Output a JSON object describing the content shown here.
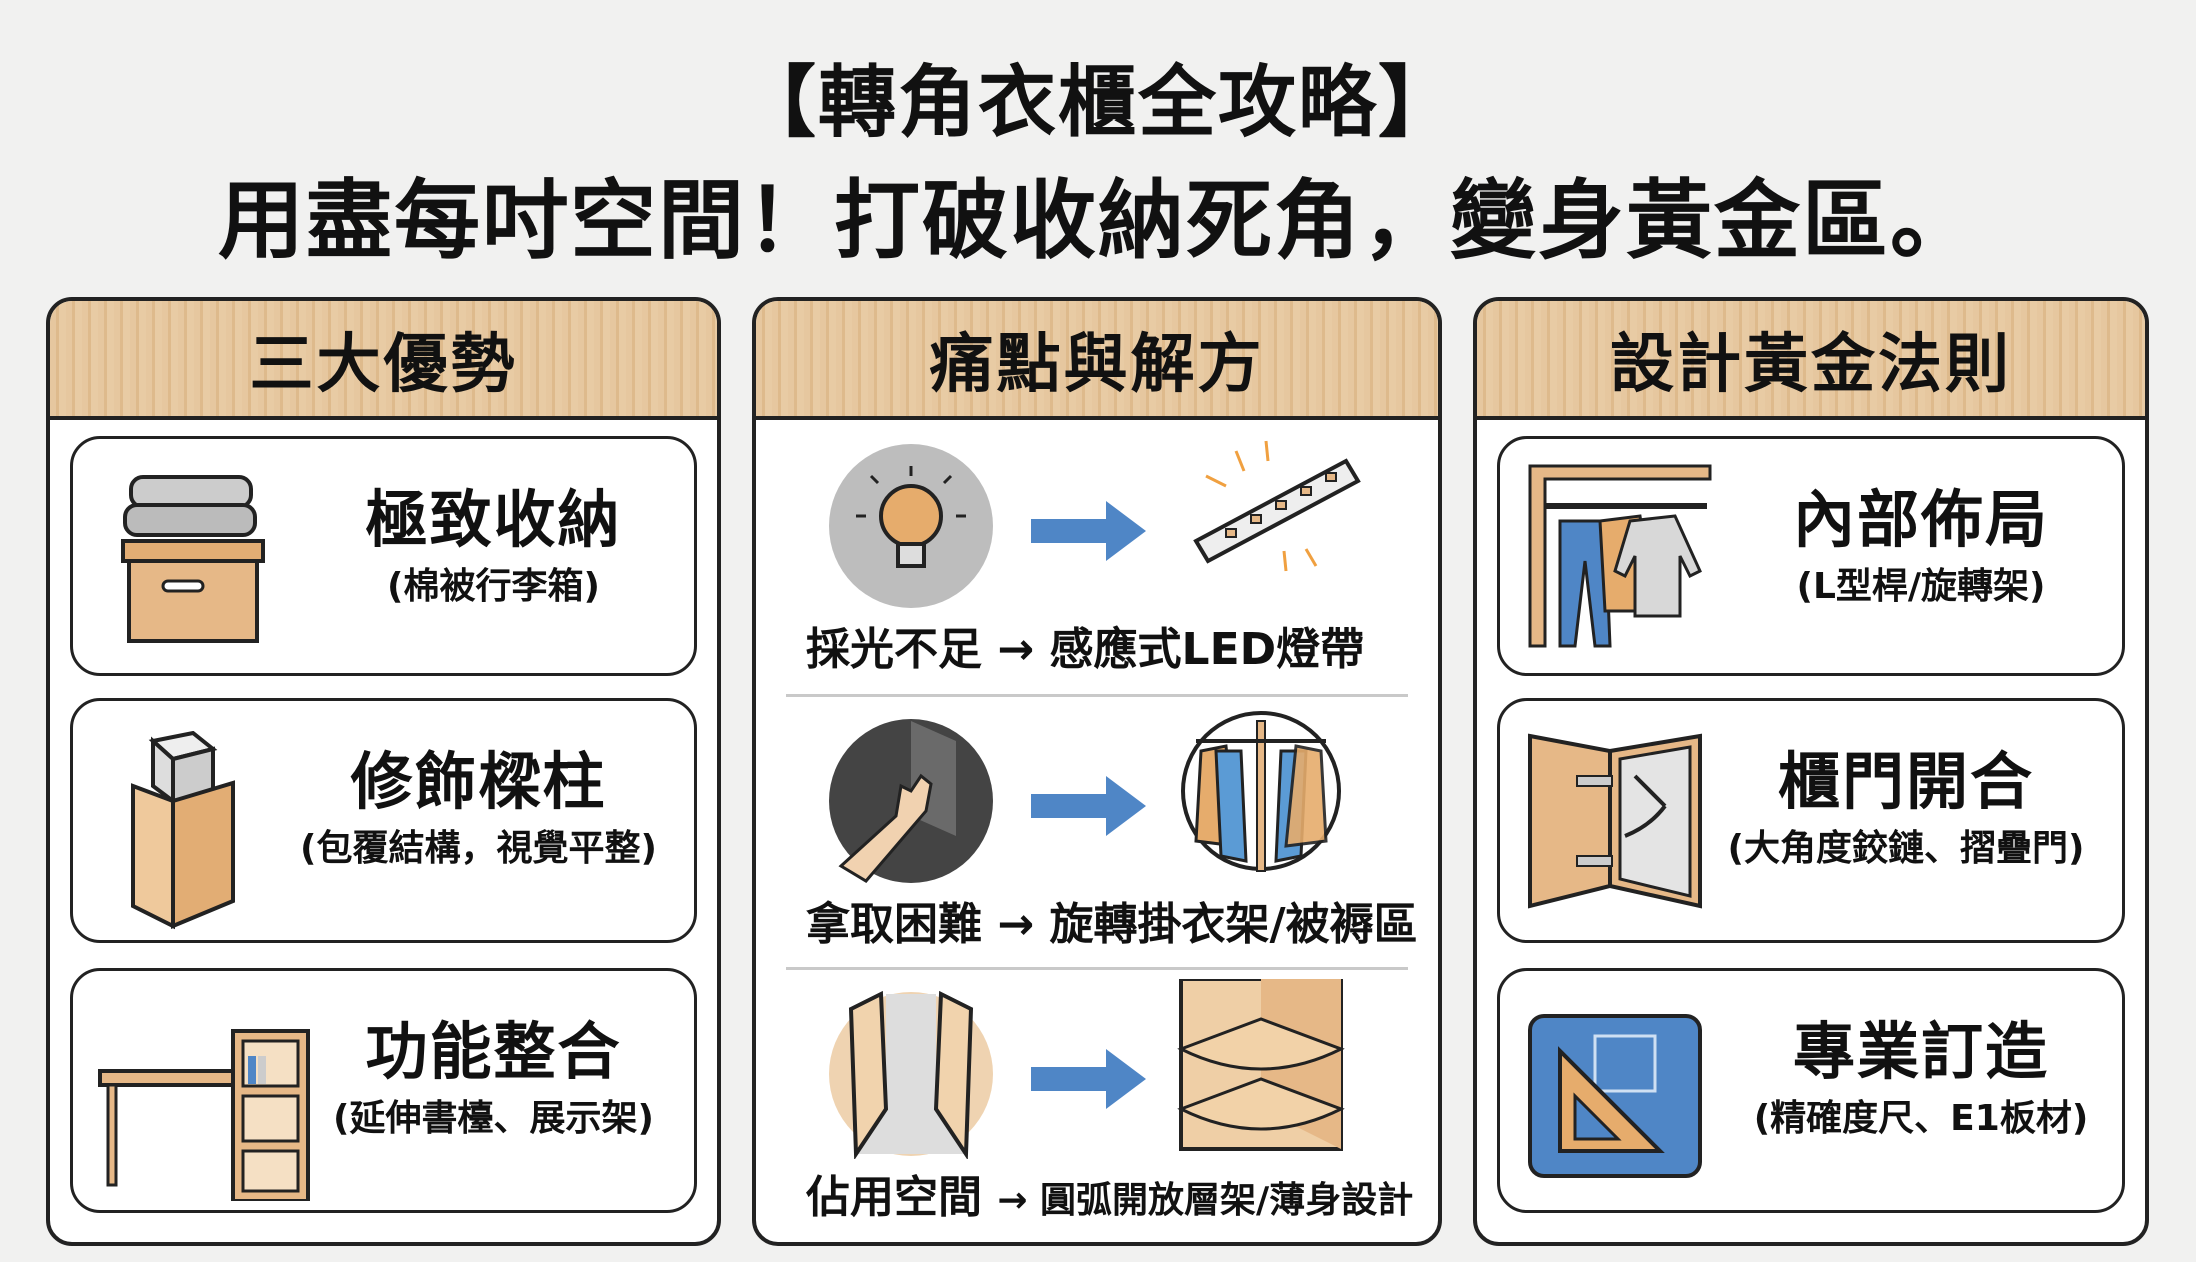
{
  "title": {
    "line1": "【轉角衣櫃全攻略】",
    "line2": "用盡每吋空間！打破收納死角，變身黃金區。"
  },
  "columns": [
    {
      "header": "三大優勢",
      "cards": [
        {
          "title": "極致收納",
          "subtitle": "(棉被行李箱)",
          "icon": "storage-box-icon"
        },
        {
          "title": "修飾樑柱",
          "subtitle": "(包覆結構，視覺平整)",
          "icon": "pillar-cover-icon"
        },
        {
          "title": "功能整合",
          "subtitle": "(延伸書檯、展示架)",
          "icon": "desk-shelf-icon"
        }
      ]
    },
    {
      "header": "痛點與解方",
      "rows": [
        {
          "problem": "採光不足",
          "arrow": "→",
          "solution": "感應式LED燈帶"
        },
        {
          "problem": "拿取困難",
          "arrow": "→",
          "solution": "旋轉掛衣架/被褥區"
        },
        {
          "problem": "佔用空間",
          "arrow": "→",
          "solution": "圓弧開放層架/薄身設計"
        }
      ]
    },
    {
      "header": "設計黃金法則",
      "cards": [
        {
          "title": "內部佈局",
          "subtitle": "(L型桿/旋轉架)",
          "icon": "clothes-rack-icon"
        },
        {
          "title": "櫃門開合",
          "subtitle": "(大角度鉸鏈、摺疊門)",
          "icon": "hinge-door-icon"
        },
        {
          "title": "專業訂造",
          "subtitle": "(精確度尺、E1板材)",
          "icon": "blueprint-icon"
        }
      ]
    }
  ],
  "colors": {
    "header": "#e3c49b",
    "wood": "#e6b887",
    "blue": "#4f86c6",
    "arrow": "#4f86c6"
  }
}
